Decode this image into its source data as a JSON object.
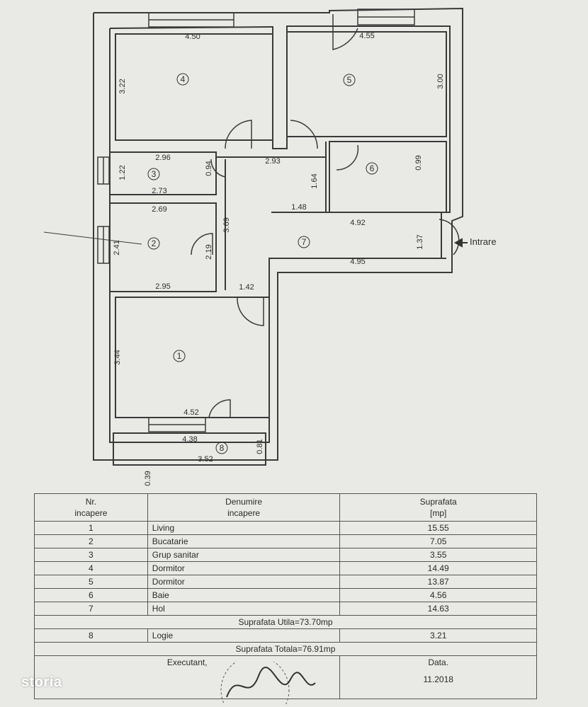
{
  "plan": {
    "rooms": [
      {
        "num": "1"
      },
      {
        "num": "2"
      },
      {
        "num": "3"
      },
      {
        "num": "4"
      },
      {
        "num": "5"
      },
      {
        "num": "6"
      },
      {
        "num": "7"
      },
      {
        "num": "8"
      }
    ],
    "dimensions": {
      "d4_w": "4.50",
      "d4_h": "3.22",
      "d5_w": "4.55",
      "d5_h": "3.00",
      "d3_top": "2.96",
      "d3_bottom": "2.73",
      "d3_h": "1.22",
      "d3_door": "0.94",
      "d6_h": "0.99",
      "hall_top": "2.93",
      "hall_vert": "1.64",
      "hall_small": "1.48",
      "d2_top": "2.69",
      "d2_h": "2.41",
      "d2_door": "2.19",
      "d2_bottom": "2.95",
      "hall_left": "3.69",
      "d7_top": "4.92",
      "d7_bottom": "4.95",
      "d7_h": "1.37",
      "d7_step": "1.42",
      "d1_h": "3.44",
      "d1_w": "4.52",
      "d8_top": "4.38",
      "d8_bottom": "3.52",
      "d8_h": "0.81",
      "d8_side": "0.39"
    },
    "entrance_label": "Intrare"
  },
  "table": {
    "header": {
      "nr": "Nr.\nincapere",
      "name": "Denumire\nincapere",
      "area": "Suprafata\n[mp]"
    },
    "rows": [
      {
        "nr": "1",
        "name": "Living",
        "area": "15.55"
      },
      {
        "nr": "2",
        "name": "Bucatarie",
        "area": "7.05"
      },
      {
        "nr": "3",
        "name": "Grup sanitar",
        "area": "3.55"
      },
      {
        "nr": "4",
        "name": "Dormitor",
        "area": "14.49"
      },
      {
        "nr": "5",
        "name": "Dormitor",
        "area": "13.87"
      },
      {
        "nr": "6",
        "name": "Baie",
        "area": "4.56"
      },
      {
        "nr": "7",
        "name": "Hol",
        "area": "14.63"
      }
    ],
    "useful_total": "Suprafata Utila=73.70mp",
    "extra_row": {
      "nr": "8",
      "name": "Logie",
      "area": "3.21"
    },
    "grand_total": "Suprafata Totala=76.91mp",
    "executant_label": "Executant,",
    "date_label": "Data.",
    "date_value": "11.2018"
  },
  "watermark": "storia"
}
